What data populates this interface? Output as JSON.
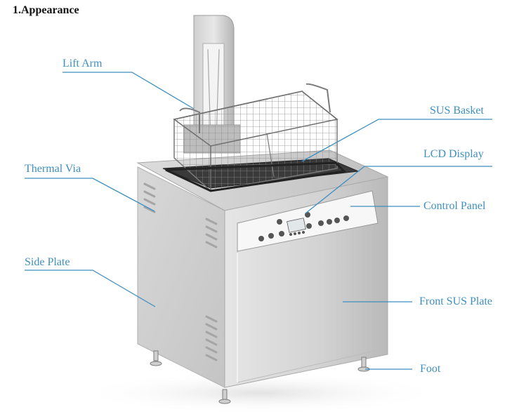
{
  "title": "1.Appearance",
  "colors": {
    "label": "#3f8fbf",
    "leader_line": "#3f8fbf",
    "title": "#111111",
    "steel_light": "#e4e4e4",
    "steel_mid": "#c9c9c9",
    "steel_dark": "#a8a8a8"
  },
  "labels": {
    "lift_arm": "Lift Arm",
    "sus_basket": "SUS Basket",
    "lcd_display": "LCD Display",
    "thermal_via": "Thermal Via",
    "control_panel": "Control Panel",
    "side_plate": "Side Plate",
    "front_sus_plate": "Front SUS Plate",
    "foot": "Foot"
  }
}
